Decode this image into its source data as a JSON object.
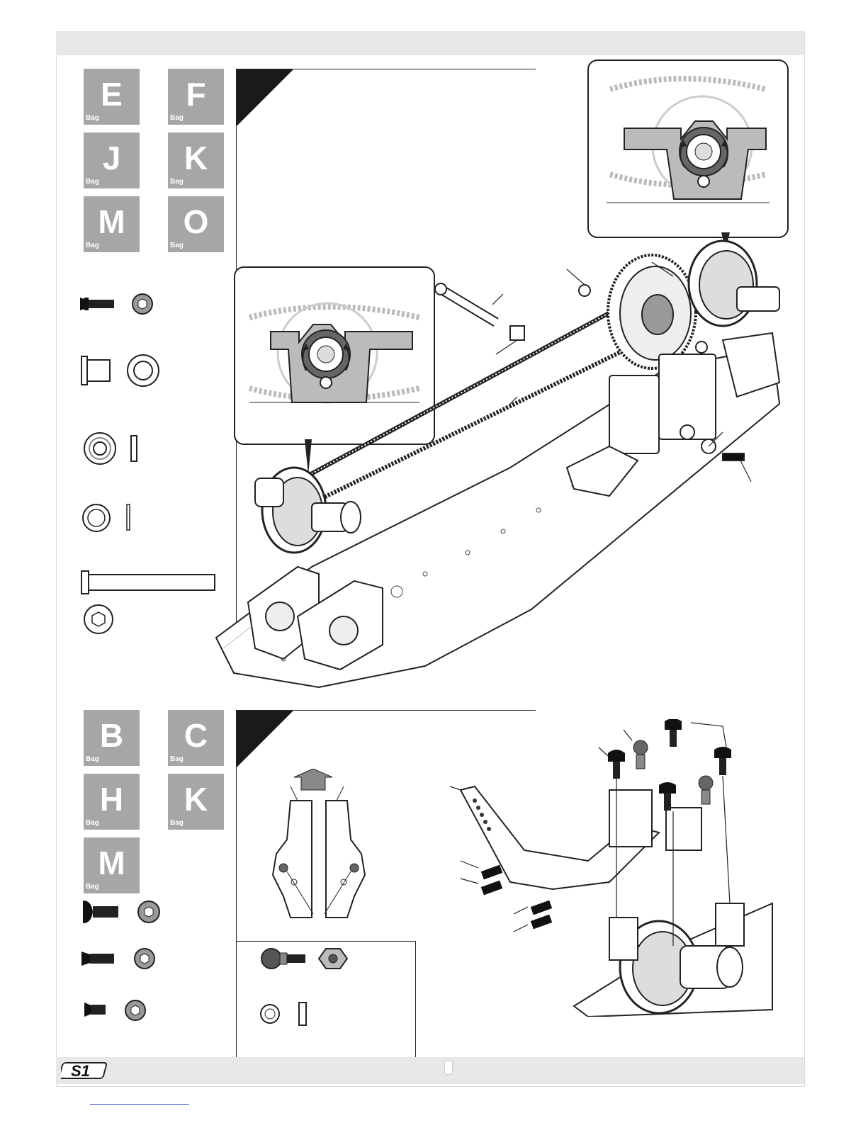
{
  "step_top": {
    "bags": [
      {
        "letter": "E",
        "label": "Bag"
      },
      {
        "letter": "F",
        "label": "Bag"
      },
      {
        "letter": "J",
        "label": "Bag"
      },
      {
        "letter": "K",
        "label": "Bag"
      },
      {
        "letter": "M",
        "label": "Bag"
      },
      {
        "letter": "O",
        "label": "Bag"
      }
    ]
  },
  "step_bottom": {
    "bags": [
      {
        "letter": "B",
        "label": "Bag"
      },
      {
        "letter": "C",
        "label": "Bag"
      },
      {
        "letter": "H",
        "label": "Bag"
      },
      {
        "letter": "K",
        "label": "Bag"
      },
      {
        "letter": "M",
        "label": "Bag"
      }
    ]
  },
  "footer": {
    "logo": "S1"
  },
  "colors": {
    "bag_gray": "#a6a6a6",
    "bar_gray": "#e8e8e8",
    "ink": "#1a1a1a"
  }
}
